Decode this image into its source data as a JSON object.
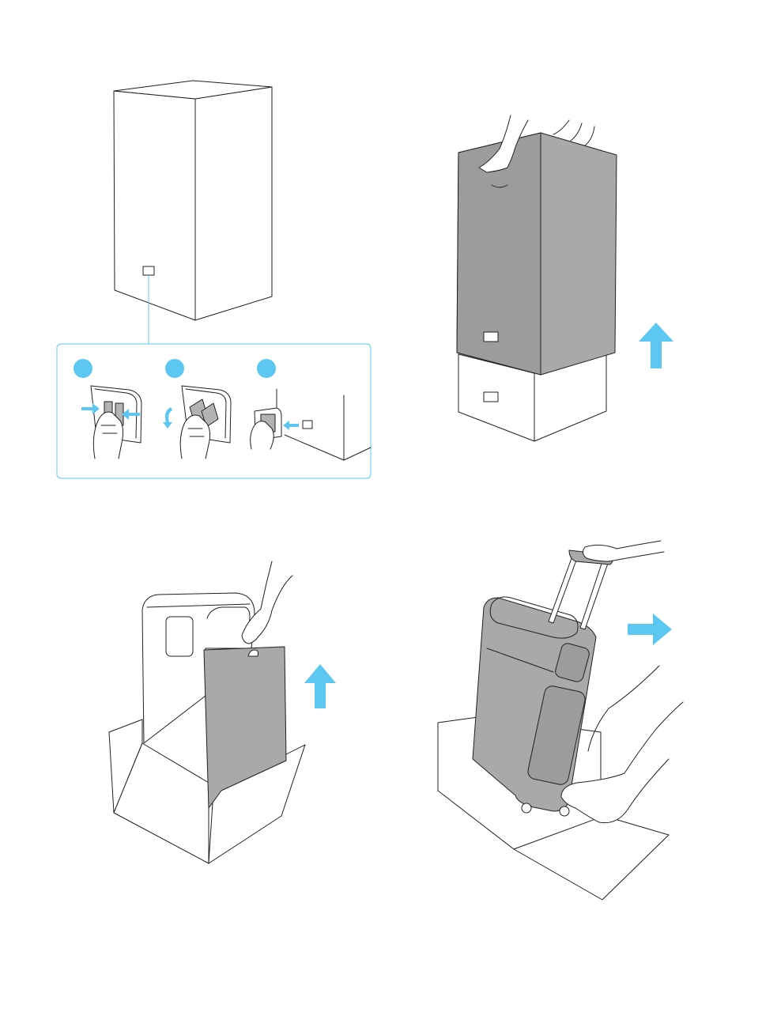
{
  "figure": {
    "accent_color": "#5cc8f2",
    "box_gray": "#a9a9a9",
    "line_color": "#231f20",
    "background": "#ffffff",
    "steps": [
      {
        "id": "open-handle-slot",
        "icon": "box-handle-slot-icon"
      },
      {
        "id": "lift-outer-box",
        "icon": "arrow-up-icon"
      },
      {
        "id": "remove-protective-sleeve",
        "icon": "arrow-up-icon"
      },
      {
        "id": "roll-out-unit",
        "icon": "arrow-right-icon"
      }
    ],
    "detail_callout": {
      "substeps": 3,
      "icons": [
        "push-in-icon",
        "rotate-icon",
        "insert-icon"
      ]
    }
  }
}
